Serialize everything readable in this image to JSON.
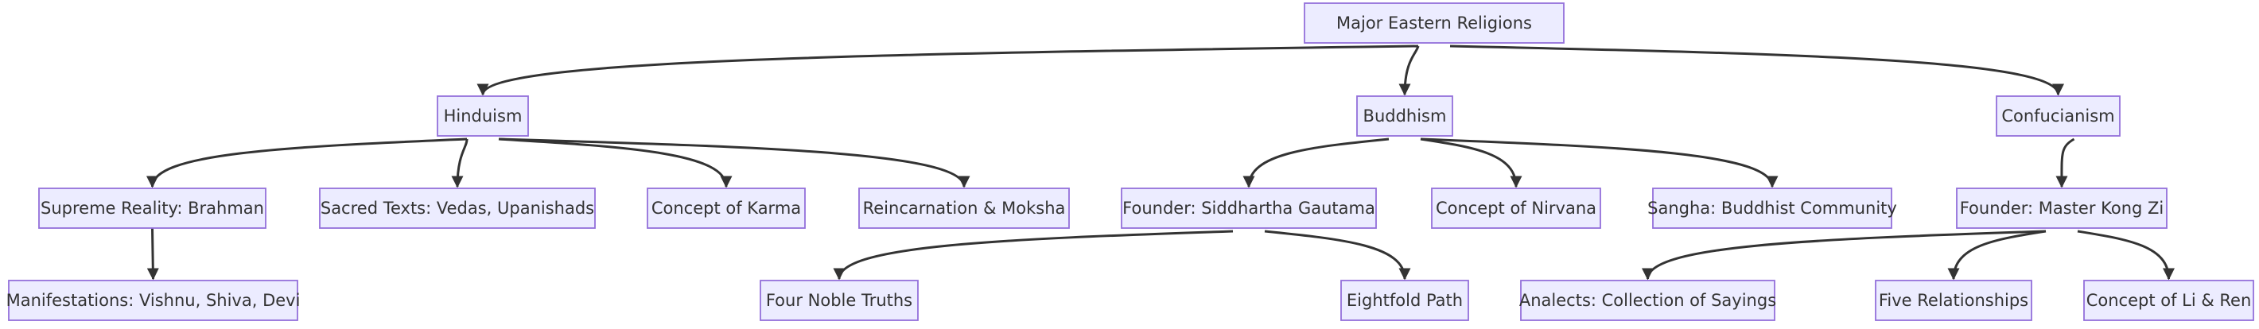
{
  "diagram": {
    "nodes": {
      "root": "Major Eastern Religions",
      "hinduism": "Hinduism",
      "buddhism": "Buddhism",
      "confucianism": "Confucianism",
      "brahman": "Supreme Reality: Brahman",
      "sacred_texts": "Sacred Texts: Vedas, Upanishads",
      "karma": "Concept of Karma",
      "reincarnation": "Reincarnation & Moksha",
      "siddhartha": "Founder: Siddhartha Gautama",
      "nirvana": "Concept of Nirvana",
      "sangha": "Sangha: Buddhist Community",
      "kong_zi": "Founder: Master Kong Zi",
      "manifestations": "Manifestations: Vishnu, Shiva, Devi",
      "noble_truths": "Four Noble Truths",
      "eightfold": "Eightfold Path",
      "analects": "Analects: Collection of Sayings",
      "relationships": "Five Relationships",
      "li_ren": "Concept of Li & Ren"
    },
    "edges": [
      [
        "root",
        "hinduism"
      ],
      [
        "root",
        "buddhism"
      ],
      [
        "root",
        "confucianism"
      ],
      [
        "hinduism",
        "brahman"
      ],
      [
        "hinduism",
        "sacred_texts"
      ],
      [
        "hinduism",
        "karma"
      ],
      [
        "hinduism",
        "reincarnation"
      ],
      [
        "buddhism",
        "siddhartha"
      ],
      [
        "buddhism",
        "nirvana"
      ],
      [
        "buddhism",
        "sangha"
      ],
      [
        "confucianism",
        "kong_zi"
      ],
      [
        "brahman",
        "manifestations"
      ],
      [
        "siddhartha",
        "noble_truths"
      ],
      [
        "siddhartha",
        "eightfold"
      ],
      [
        "kong_zi",
        "analects"
      ],
      [
        "kong_zi",
        "relationships"
      ],
      [
        "kong_zi",
        "li_ren"
      ]
    ]
  }
}
